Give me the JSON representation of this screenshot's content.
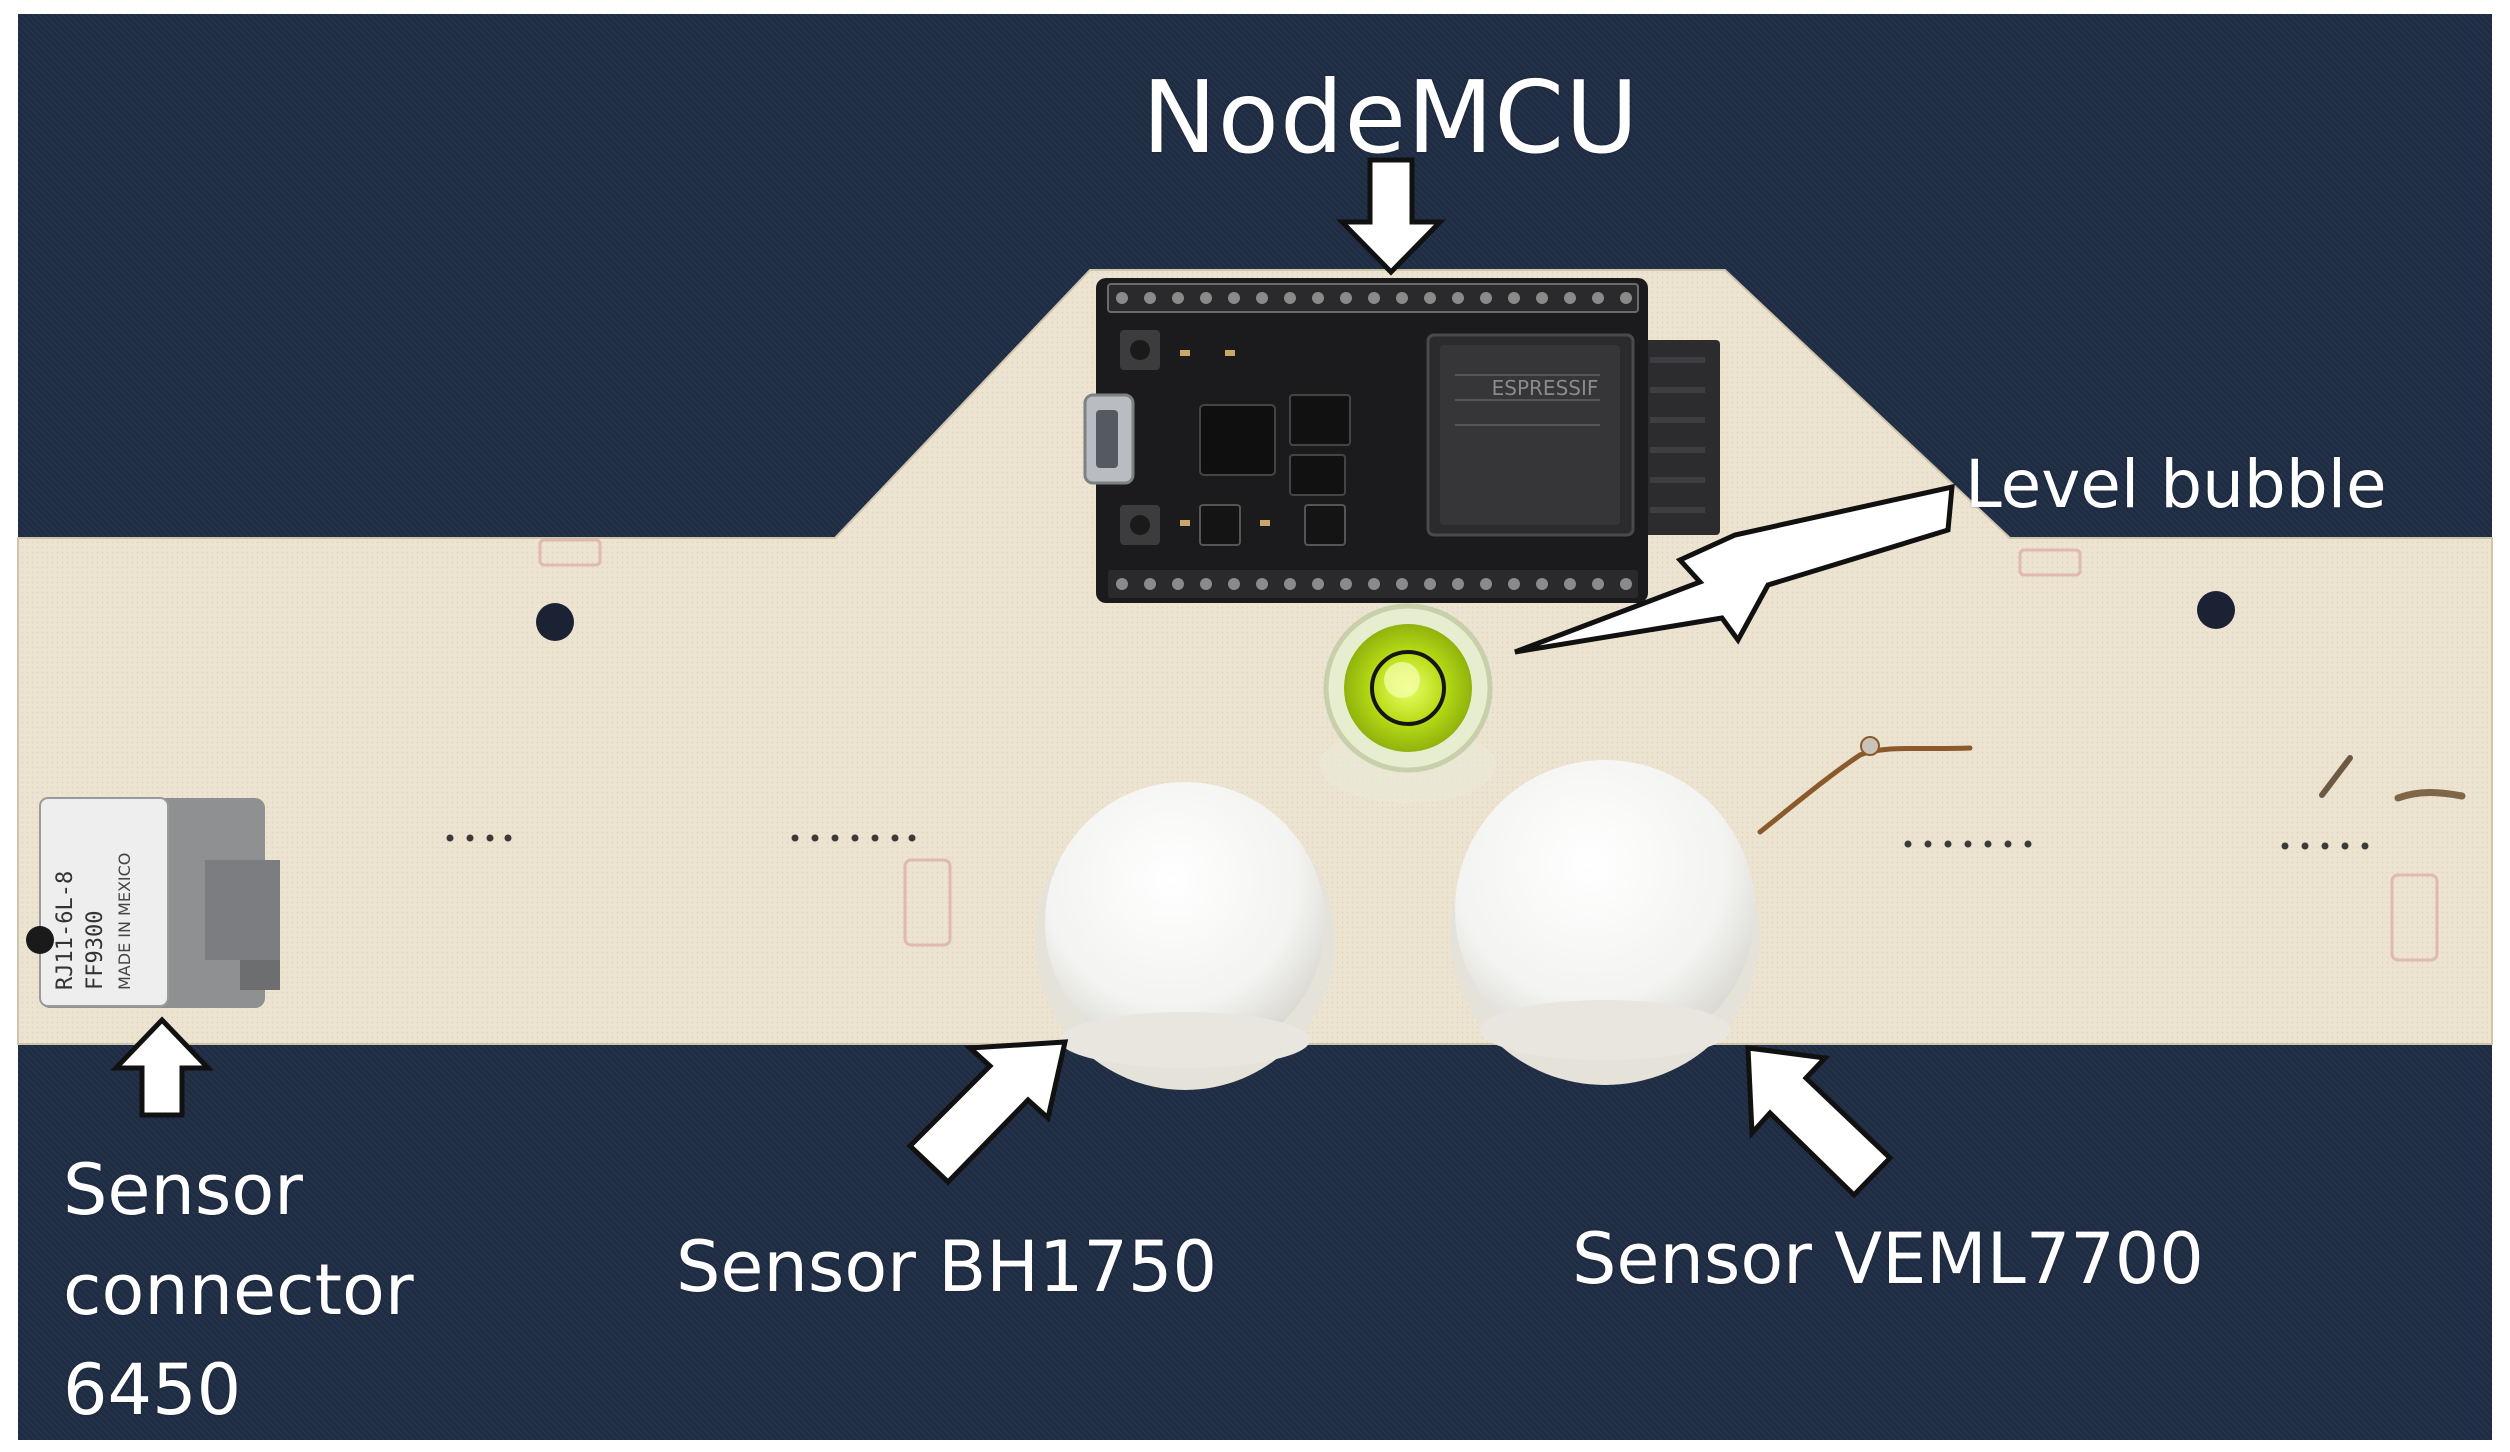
{
  "labels": {
    "nodemcu": "NodeMCU",
    "level_bubble": "Level bubble",
    "sensor_bh1750": "Sensor BH1750",
    "sensor_veml7700": "Sensor VEML7700",
    "sensor_connector": [
      "Sensor",
      "connector",
      "6450"
    ]
  },
  "board_markings": {
    "connector_text": [
      "RJ11-6L-8",
      "FF9300",
      "MADE IN MEXICO"
    ],
    "module_brand": "ESPRESSIF"
  },
  "colors": {
    "background_fabric": "#1e2b40",
    "board": "#ede4d2",
    "pcb": "#1b1b1d",
    "bubble": "#c6e61a",
    "sensor_dome": "#f7f7f5",
    "label_text": "#ffffff"
  }
}
